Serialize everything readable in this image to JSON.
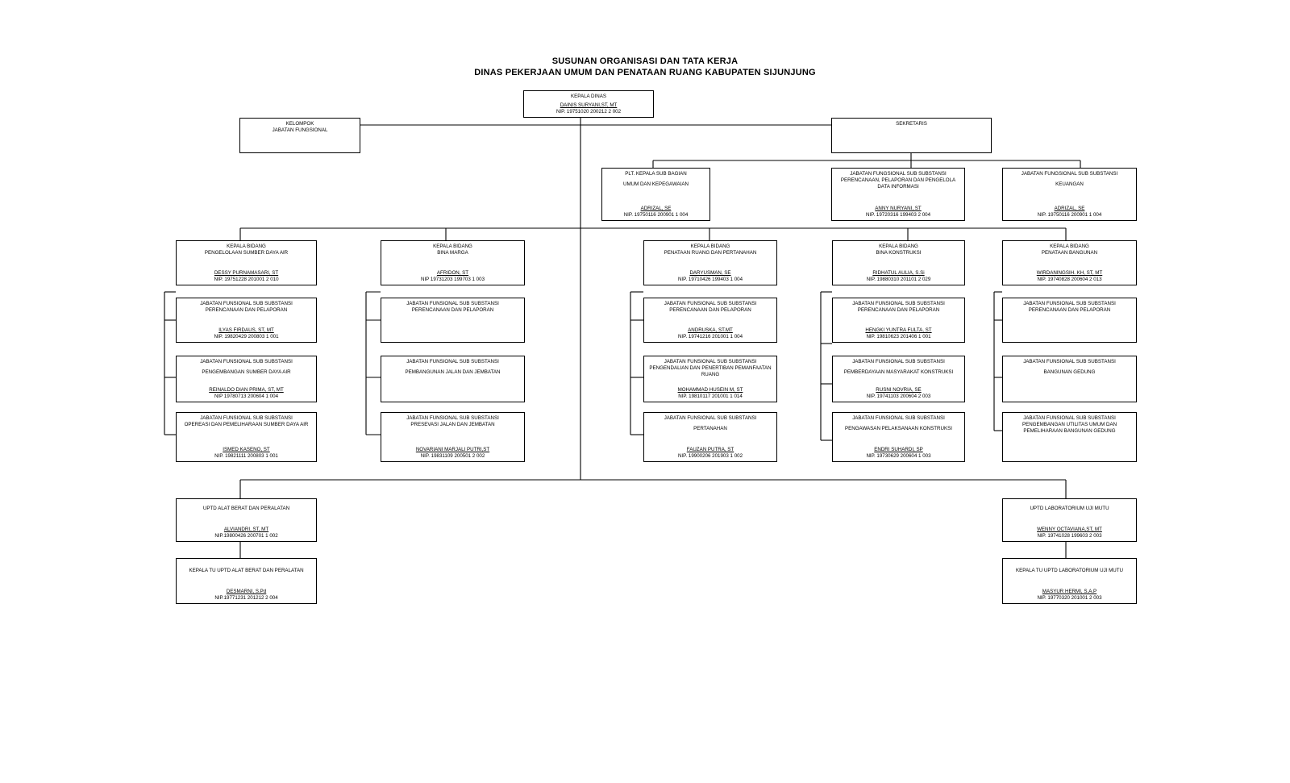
{
  "title": {
    "line1": "SUSUNAN ORGANISASI DAN TATA KERJA",
    "line2": "DINAS PEKERJAAN UMUM DAN PENATAAN RUANG KABUPATEN SIJUNJUNG"
  },
  "boxes": {
    "kadis": {
      "t1": "KEPALA DINAS",
      "name": "DAINIS SURYANI,ST, MT",
      "nip": "NIP. 19751020 200212 2 002"
    },
    "jf": {
      "t1": "KELOMPOK",
      "t2": "JABATAN FUNGSIONAL"
    },
    "sek": {
      "t1": "SEKRETARIS"
    },
    "umum": {
      "t1": "Plt. KEPALA SUB BAGIAN",
      "t2": "UMUM DAN KEPEGAWAIAN",
      "name": "ADRIZAL, SE",
      "nip": "NIP. 19750116 200901 1 004"
    },
    "perenc": {
      "t1": "JABATAN FUNGSIONAL SUB SUBSTANSI",
      "t2": "PERENCANAAN, PELAPORAN DAN PENGELOLA DATA INFORMASI",
      "name": "ANNY NURYANI, ST",
      "nip": "NIP. 19720316 199403 2 004"
    },
    "keu": {
      "t1": "JABATAN FUNGSIONAL SUB SUBSTANSI",
      "t2": "KEUANGAN",
      "name": "ADRIZAL, SE",
      "nip": "NIP. 19750116 200901 1 004"
    },
    "sda": {
      "t1": "KEPALA BIDANG",
      "t2": "PENGELOLAAN SUMBER DAYA AIR",
      "name": "DESSY PURNAMASARI, ST",
      "nip": "NIP. 19751228 201001 2 010"
    },
    "bm": {
      "t1": "KEPALA BIDANG",
      "t2": "BINA MARGA",
      "name": "AFRIDON, ST",
      "nip": "NIP 19731203 199703 1 003"
    },
    "tr": {
      "t1": "KEPALA BIDANG",
      "t2": "PENATAAN RUANG DAN PERTANAHAN",
      "name": "DARYUSMAN, SE",
      "nip": "NIP. 19710426 199403 1 004"
    },
    "bk": {
      "t1": "KEPALA BIDANG",
      "t2": "BINA KONSTRUKSI",
      "name": "RIDHATUL AULIA, S.Si",
      "nip": "NIP. 19880310 201101 2 029"
    },
    "pb": {
      "t1": "KEPALA BIDANG",
      "t2": "PENATAAN BANGUNAN",
      "name": "WIRDANINGSIH. KH, ST, MT",
      "nip": "NIP. 19740828 200604 2 013"
    },
    "sda1": {
      "t1": "JABATAN FUNSIONAL SUB SUBSTANSI",
      "t2": "PERENCANAAN DAN PELAPORAN",
      "name": "ILYAS FIRDAUS, ST, MT",
      "nip": "NIP. 19820429 200803 1 001"
    },
    "sda2": {
      "t1": "JABATAN FUNSIONAL SUB SUBSTANSI",
      "t2": "PENGEMBANGAN SUMBER DAYA AIR",
      "name": "REINALDO DIAN PRIMA, ST, MT",
      "nip": "NIP 19780713 200604 1 004"
    },
    "sda3": {
      "t1": "JABATAN FUNSIONAL SUB SUBSTANSI",
      "t2": "OPEREASI DAN PEMELIHARAAN SUMBER DAYA AIR",
      "name": "ISMED KASENO, ST",
      "nip": "NIP. 19821111 200803 1 001"
    },
    "bm1": {
      "t1": "JABATAN FUNSIONAL SUB SUBSTANSI",
      "t2": "PERENCANAAN DAN PELAPORAN"
    },
    "bm2": {
      "t1": "JABATAN FUNSIONAL SUB SUBSTANSI",
      "t2": "PEMBANGUNAN JALAN DAN JEMBATAN"
    },
    "bm3": {
      "t1": "JABATAN FUNSIONAL SUB SUBSTANSI",
      "t2": "PRESEVASI JALAN DAN JEMBATAN",
      "name": "NOVARIANI MARJALI PUTRI,ST",
      "nip": "NIP. 19831109 200501 2 002"
    },
    "tr1": {
      "t1": "JABATAN FUNSIONAL SUB SUBSTANSI",
      "t2": "PERENCANAAN DAN PELAPORAN",
      "name": "ANDRUSKA, ST.MT",
      "nip": "NIP. 19741216 201001 1 004"
    },
    "tr2": {
      "t1": "JABATAN FUNSIONAL SUB SUBSTANSI",
      "t2": "PENGENDALIAN DAN PENERTIBAN PEMANFAATAN RUANG",
      "name": "MOHAMMAD HUSEIN M, ST",
      "nip": "NIP. 19810117 201001 1 014"
    },
    "tr3": {
      "t1": "JABATAN FUNSIONAL SUB SUBSTANSI",
      "t2": "PERTANAHAN",
      "name": "FAUZAN PUTRA, ST",
      "nip": "NIP. 19900206 201903 1 002"
    },
    "bk1": {
      "t1": "JABATAN FUNSIONAL SUB SUBSTANSI",
      "t2": "PERENCANAAN DAN PELAPORAN",
      "name": "HENGKI YUNTRA FULTA, ST",
      "nip": "NIP. 19810623 201406 1 001"
    },
    "bk2": {
      "t1": "JABATAN FUNSIONAL SUB SUBSTANSI",
      "t2": "PEMBERDAYAAN MASYARAKAT KONSTRUKSI",
      "name": "RUSNI NOVRIA, SE",
      "nip": "NIP. 19741103 200604 2 003"
    },
    "bk3": {
      "t1": "JABATAN FUNSIONAL SUB SUBSTANSI",
      "t2": "PENGAWASAN PELAKSANAAN KONSTRUKSI",
      "name": "ENDRI SUHARDI, SP",
      "nip": "NIP. 19730629 200604 1 003"
    },
    "pb1": {
      "t1": "JABATAN FUNSIONAL SUB SUBSTANSI",
      "t2": "PERENCANAAN DAN PELAPORAN"
    },
    "pb2": {
      "t1": "JABATAN FUNSIONAL SUB SUBSTANSI",
      "t2": "BANGUNAN GEDUNG"
    },
    "pb3": {
      "t1": "JABATAN FUNSIONAL SUB SUBSTANSI",
      "t2": "PENGEMBANGAN UTILITAS UMUM DAN PEMELIHARAAN BANGUNAN GEDUNG"
    },
    "uptd1": {
      "t1": "UPTD ALAT BERAT DAN PERALATAN",
      "name": "ALVIANDRI, ST, MT",
      "nip": "NIP.19800426 200701 1 002"
    },
    "uptd1tu": {
      "t1": "KEPALA TU UPTD ALAT BERAT DAN PERALATAN",
      "name": "DESMARNI, S.Pd",
      "nip": "NIP.19771231 201212 2 004"
    },
    "uptd2": {
      "t1": "UPTD LABORATORIUM UJI MUTU",
      "name": "WENNY OCTAVIANA,ST, MT",
      "nip": "NIP. 19741028 199603 2 003"
    },
    "uptd2tu": {
      "t1": "KEPALA TU UPTD LABORATORIUM UJI MUTU",
      "name": "MASYUR HERMI, S.A.P",
      "nip": "NIP. 19770320 201001 2 003"
    }
  }
}
